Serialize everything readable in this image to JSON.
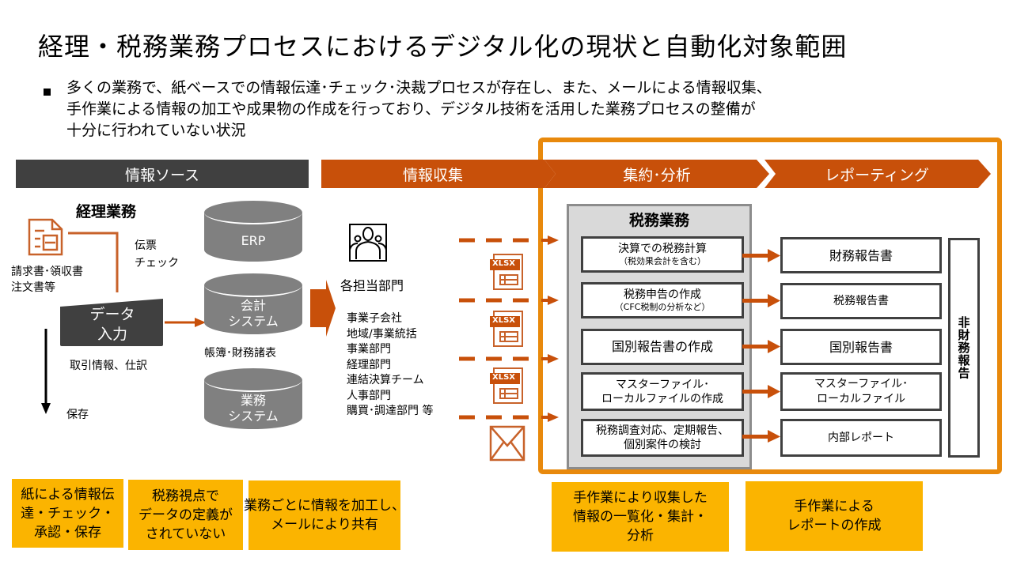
{
  "title": "経理・税務業務プロセスにおけるデジタル化の現状と自動化対象範囲",
  "summary": {
    "lines": [
      "多くの業務で、紙ベースでの情報伝達･チェック･決裁プロセスが存在し、また、メールによる情報収集、",
      "手作業による情報の加工や成果物の作成を行っており、デジタル技術を活用した業務プロセスの整備が",
      "十分に行われていない状況"
    ]
  },
  "phases": [
    {
      "label": "情報ソース"
    },
    {
      "label": "情報収集"
    },
    {
      "label": "集約･分析"
    },
    {
      "label": "レポーティング"
    }
  ],
  "source": {
    "heading": "経理業務",
    "doc_label_lines": [
      "請求書･領収書",
      "注文書等"
    ],
    "check_label_lines": [
      "伝票",
      "チェック"
    ],
    "data_input_lines": [
      "データ",
      "入力"
    ],
    "transaction_label": "取引情報、仕訳",
    "store_label": "保存",
    "systems": [
      {
        "lines": [
          "ERP"
        ]
      },
      {
        "lines": [
          "会計",
          "システム"
        ]
      },
      {
        "lines": [
          "業務",
          "システム"
        ]
      }
    ],
    "ledger_label": "帳簿･財務諸表"
  },
  "collection": {
    "heading": "各担当部門",
    "departments": [
      "事業子会社",
      "地域/事業統括",
      "事業部門",
      "経理部門",
      "連結決算チーム",
      "人事部門",
      "購買･調達部門 等"
    ],
    "file_badge": "XLSX"
  },
  "analysis": {
    "heading": "税務業務",
    "tasks": [
      {
        "main": "決算での税務計算",
        "sub": "（税効果会計を含む）"
      },
      {
        "main": "税務申告の作成",
        "sub": "（CFC税制の分析など）"
      },
      {
        "main": "国別報告書の作成",
        "sub": ""
      },
      {
        "main": "マスターファイル･",
        "sub2": "ローカルファイルの作成"
      },
      {
        "main": "税務調査対応、定期報告、",
        "sub2": "個別案件の検討"
      }
    ]
  },
  "reporting": {
    "reports": [
      {
        "lines": [
          "財務報告書"
        ]
      },
      {
        "lines": [
          "税務報告書"
        ]
      },
      {
        "lines": [
          "国別報告書"
        ]
      },
      {
        "lines": [
          "マスターファイル･",
          "ローカルファイル"
        ]
      },
      {
        "lines": [
          "内部レポート"
        ]
      }
    ],
    "non_financial": "非財務報告"
  },
  "issues": [
    {
      "lines": [
        "紙による情報伝",
        "達・チェック・",
        "承認・保存"
      ]
    },
    {
      "lines": [
        "税務視点で",
        "データの定義が",
        "されていない"
      ]
    },
    {
      "lines": [
        "業務ごとに情報を加工し、",
        "メールにより共有"
      ]
    },
    {
      "lines": [
        "手作業により収集した",
        "情報の一覧化・集計・",
        "分析"
      ]
    },
    {
      "lines": [
        "手作業による",
        "レポートの作成"
      ]
    }
  ],
  "colors": {
    "accent_orange": "#c8500a",
    "scope_border": "#e8890c",
    "issue_yellow": "#fbb400",
    "dark_header": "#404040"
  }
}
